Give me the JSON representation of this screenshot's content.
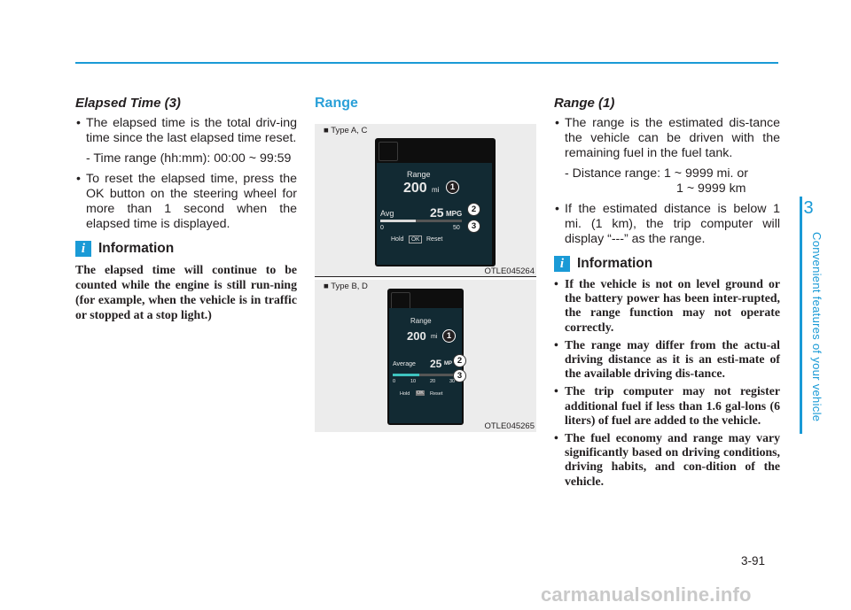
{
  "header": {
    "accent": "#1a9ad6"
  },
  "col1": {
    "title": "Elapsed Time (3)",
    "bullets": [
      "The elapsed time is the total driv-ing time since the last elapsed time reset.",
      "To reset the elapsed time, press the OK button on the steering wheel for more than 1 second when the elapsed time is displayed."
    ],
    "sub": "- Time range (hh:mm): 00:00 ~ 99:59",
    "info_icon": "i",
    "info_title": "Information",
    "info_text": "The elapsed time will continue to be counted while the engine is still run-ning (for example, when the vehicle is in traffic or stopped at a stop light.)"
  },
  "col2": {
    "title": "Range",
    "fig_a": {
      "label": "■ Type A, C",
      "code": "OTLE045264",
      "range_label": "Range",
      "range_value": "200",
      "range_unit": "mi",
      "avg_label": "Avg",
      "avg_value": "25",
      "avg_unit": "MPG",
      "scale_min": "0",
      "scale_max": "50",
      "hold": "Hold",
      "ok": "OK",
      "reset": "Reset",
      "callouts": [
        "1",
        "2",
        "3"
      ]
    },
    "fig_b": {
      "label": "■ Type B, D",
      "code": "OTLE045265",
      "range_label": "Range",
      "range_value": "200",
      "range_unit": "mi",
      "avg_label": "Average",
      "avg_value": "25",
      "avg_unit": "MP",
      "ticks": [
        "0",
        "10",
        "20",
        "30"
      ],
      "hold": "Hold",
      "ok": "OK",
      "reset": "Reset",
      "callouts": [
        "1",
        "2",
        "3"
      ]
    }
  },
  "col3": {
    "title": "Range (1)",
    "bullet1": "The range is the estimated dis-tance the vehicle can be driven with the remaining fuel in the fuel tank.",
    "sub_line1": "- Distance range: 1 ~ 9999 mi. or",
    "sub_line2": "1 ~ 9999 km",
    "bullet2": "If the estimated distance is below 1 mi. (1 km), the trip computer will display “---” as the range.",
    "info_icon": "i",
    "info_title": "Information",
    "info_items": [
      "If the vehicle is not on level ground or the battery power has been inter-rupted, the range function may not operate correctly.",
      "The range may differ from the actu-al driving distance as it is an esti-mate of the available driving dis-tance.",
      "The trip computer may not register additional fuel if less than 1.6 gal-lons (6 liters) of fuel are added to the vehicle.",
      "The fuel economy and range may vary significantly based on driving conditions, driving habits, and con-dition of the vehicle."
    ]
  },
  "sidebar": {
    "chapter_number": "3",
    "chapter_title": "Convenient features of your vehicle"
  },
  "footer": {
    "page_number": "3-91",
    "watermark": "carmanualsonline.info"
  }
}
